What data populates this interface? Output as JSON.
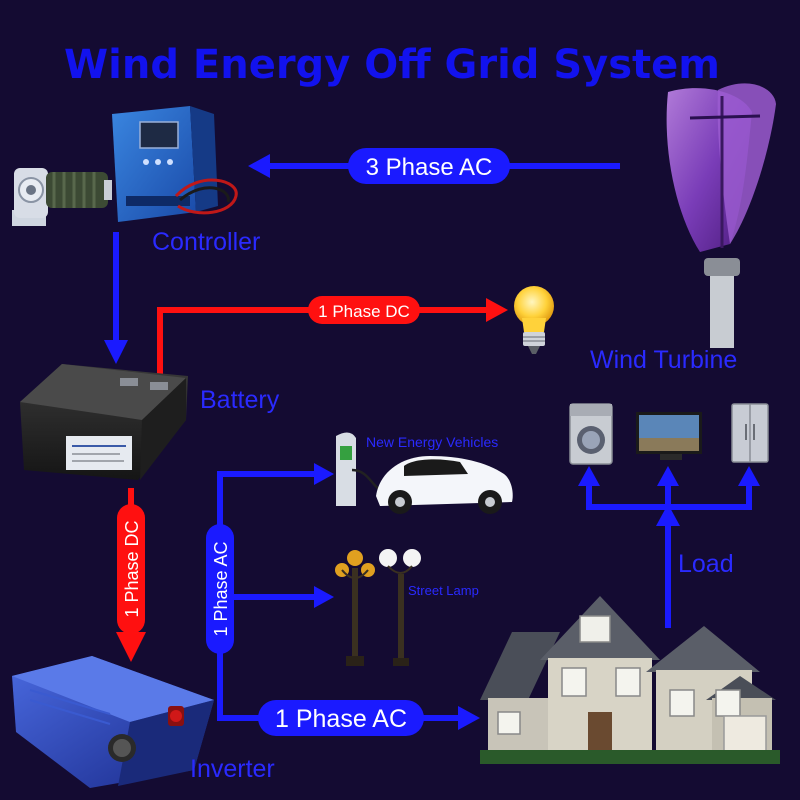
{
  "title": "Wind Energy Off Grid System",
  "components": {
    "controller": "Controller",
    "wind_turbine": "Wind Turbine",
    "battery": "Battery",
    "inverter": "Inverter",
    "ev": "New Energy Vehicles",
    "street_lamp": "Street Lamp",
    "load": "Load"
  },
  "connections": {
    "turbine_to_controller": "3 Phase AC",
    "battery_to_bulb": "1 Phase DC",
    "battery_to_inverter": "1 Phase DC",
    "inverter_branch": "1 Phase AC",
    "inverter_to_house": "1 Phase AC"
  },
  "colors": {
    "background": "#140b32",
    "blue_line": "#1a1aff",
    "red_line": "#ff1010",
    "label_blue": "#2a2aff"
  }
}
